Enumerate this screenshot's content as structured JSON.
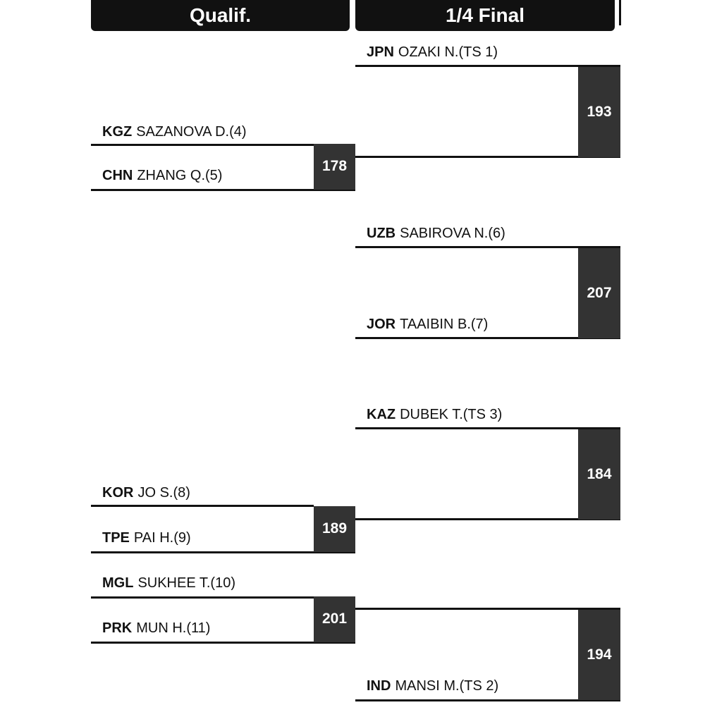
{
  "headers": {
    "qualif": "Qualif.",
    "quarter_final": "1/4 Final"
  },
  "qualif_matches": [
    {
      "p1": {
        "code": "KGZ",
        "name": "SAZANOVA D.(4)"
      },
      "p2": {
        "code": "CHN",
        "name": "ZHANG Q.(5)"
      },
      "score": "178"
    },
    {
      "p1": {
        "code": "KOR",
        "name": "JO S.(8)"
      },
      "p2": {
        "code": "TPE",
        "name": "PAI H.(9)"
      },
      "score": "189"
    },
    {
      "p1": {
        "code": "MGL",
        "name": "SUKHEE T.(10)"
      },
      "p2": {
        "code": "PRK",
        "name": "MUN H.(11)"
      },
      "score": "201"
    }
  ],
  "quarter_matches": [
    {
      "p1": {
        "code": "JPN",
        "name": "OZAKI N.(TS 1)"
      },
      "score": "193"
    },
    {
      "p1": {
        "code": "UZB",
        "name": "SABIROVA N.(6)"
      },
      "p2": {
        "code": "JOR",
        "name": "TAAIBIN B.(7)"
      },
      "score": "207"
    },
    {
      "p1": {
        "code": "KAZ",
        "name": "DUBEK T.(TS 3)"
      },
      "score": "184"
    },
    {
      "p2": {
        "code": "IND",
        "name": "MANSI M.(TS 2)"
      },
      "score": "194"
    }
  ]
}
